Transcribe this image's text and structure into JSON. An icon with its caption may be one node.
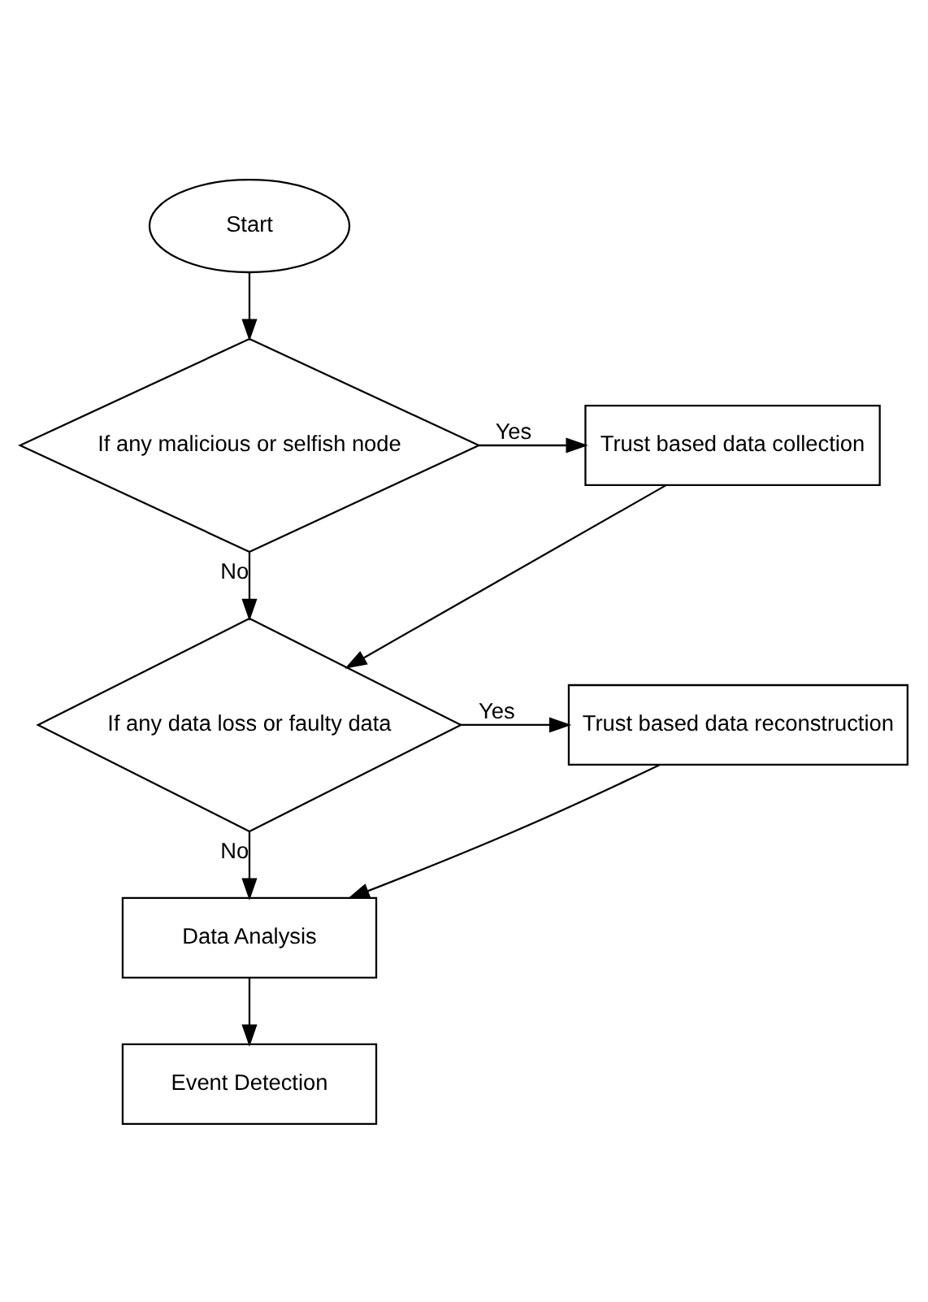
{
  "diagram": {
    "nodes": [
      {
        "text": [
          "Start"
        ]
      },
      {
        "text": [
          "If any malicious or selfish node"
        ]
      },
      {
        "text": [
          "Trust based data collection"
        ]
      },
      {
        "text": [
          "If any data loss or faulty data"
        ]
      },
      {
        "text": [
          "Trust based data reconstruction"
        ]
      },
      {
        "text": [
          "Data Analysis"
        ]
      },
      {
        "text": [
          "Event Detection"
        ]
      }
    ],
    "edges": [
      {
        "from": 0,
        "to": 1,
        "arrow": "to"
      },
      {
        "from": 1,
        "to": 2,
        "arrow": "to",
        "label": "Yes"
      },
      {
        "from": 1,
        "to": 3,
        "arrow": "to",
        "label": "No"
      },
      {
        "from": 2,
        "to": 3,
        "arrow": "to"
      },
      {
        "from": 3,
        "to": 4,
        "arrow": "to",
        "label": "Yes"
      },
      {
        "from": 3,
        "to": 5,
        "arrow": "to",
        "label": "No"
      },
      {
        "from": 4,
        "to": 5,
        "arrow": "to"
      },
      {
        "from": 5,
        "to": 6,
        "arrow": "to"
      }
    ]
  }
}
